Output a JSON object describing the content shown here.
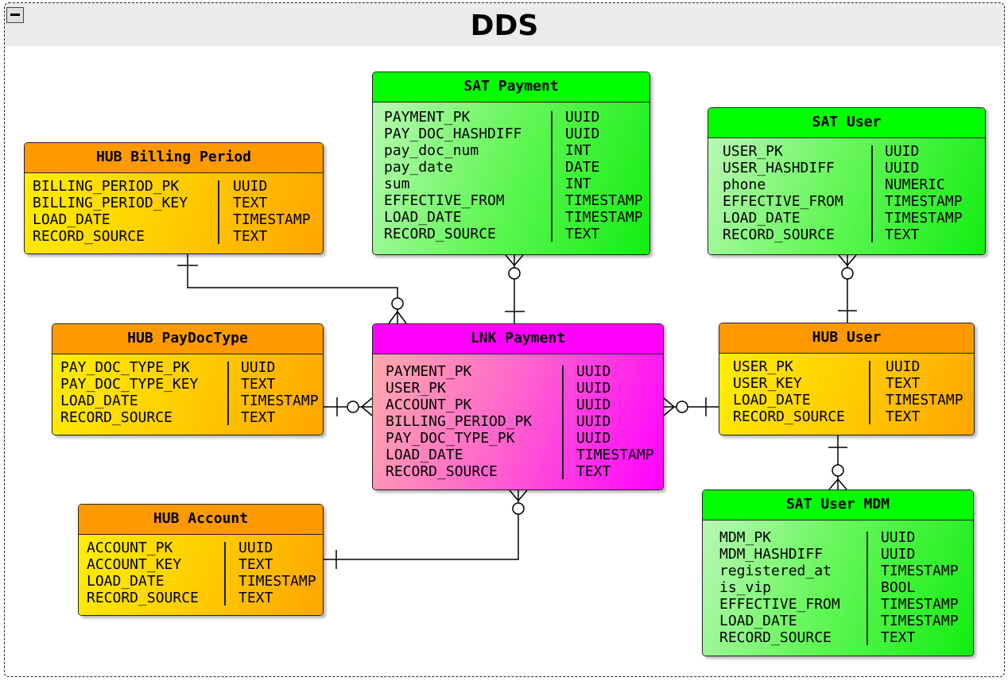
{
  "package": {
    "title": "DDS",
    "collapse_icon": "minus-icon"
  },
  "entities": {
    "sat_payment": {
      "title": "SAT Payment",
      "fields": [
        {
          "name": "PAYMENT_PK",
          "type": "UUID"
        },
        {
          "name": "PAY_DOC_HASHDIFF",
          "type": "UUID"
        },
        {
          "name": "pay_doc_num",
          "type": "INT"
        },
        {
          "name": "pay_date",
          "type": "DATE"
        },
        {
          "name": "sum",
          "type": "INT"
        },
        {
          "name": "EFFECTIVE_FROM",
          "type": "TIMESTAMP"
        },
        {
          "name": "LOAD_DATE",
          "type": "TIMESTAMP"
        },
        {
          "name": "RECORD_SOURCE",
          "type": "TEXT"
        }
      ]
    },
    "sat_user": {
      "title": "SAT User",
      "fields": [
        {
          "name": "USER_PK",
          "type": "UUID"
        },
        {
          "name": "USER_HASHDIFF",
          "type": "UUID"
        },
        {
          "name": "phone",
          "type": "NUMERIC"
        },
        {
          "name": "EFFECTIVE_FROM",
          "type": "TIMESTAMP"
        },
        {
          "name": "LOAD_DATE",
          "type": "TIMESTAMP"
        },
        {
          "name": "RECORD_SOURCE",
          "type": "TEXT"
        }
      ]
    },
    "hub_billing_period": {
      "title": "HUB Billing Period",
      "fields": [
        {
          "name": "BILLING_PERIOD_PK",
          "type": "UUID"
        },
        {
          "name": "BILLING_PERIOD_KEY",
          "type": "TEXT"
        },
        {
          "name": "LOAD_DATE",
          "type": "TIMESTAMP"
        },
        {
          "name": "RECORD_SOURCE",
          "type": "TEXT"
        }
      ]
    },
    "hub_paydoctype": {
      "title": "HUB PayDocType",
      "fields": [
        {
          "name": "PAY_DOC_TYPE_PK",
          "type": "UUID"
        },
        {
          "name": "PAY_DOC_TYPE_KEY",
          "type": "TEXT"
        },
        {
          "name": "LOAD_DATE",
          "type": "TIMESTAMP"
        },
        {
          "name": "RECORD_SOURCE",
          "type": "TEXT"
        }
      ]
    },
    "lnk_payment": {
      "title": "LNK Payment",
      "fields": [
        {
          "name": "PAYMENT_PK",
          "type": "UUID"
        },
        {
          "name": "USER_PK",
          "type": "UUID"
        },
        {
          "name": "ACCOUNT_PK",
          "type": "UUID"
        },
        {
          "name": "BILLING_PERIOD_PK",
          "type": "UUID"
        },
        {
          "name": "PAY_DOC_TYPE_PK",
          "type": "UUID"
        },
        {
          "name": "LOAD_DATE",
          "type": "TIMESTAMP"
        },
        {
          "name": "RECORD_SOURCE",
          "type": "TEXT"
        }
      ]
    },
    "hub_user": {
      "title": "HUB User",
      "fields": [
        {
          "name": "USER_PK",
          "type": "UUID"
        },
        {
          "name": "USER_KEY",
          "type": "TEXT"
        },
        {
          "name": "LOAD_DATE",
          "type": "TIMESTAMP"
        },
        {
          "name": "RECORD_SOURCE",
          "type": "TEXT"
        }
      ]
    },
    "hub_account": {
      "title": "HUB Account",
      "fields": [
        {
          "name": "ACCOUNT_PK",
          "type": "UUID"
        },
        {
          "name": "ACCOUNT_KEY",
          "type": "TEXT"
        },
        {
          "name": "LOAD_DATE",
          "type": "TIMESTAMP"
        },
        {
          "name": "RECORD_SOURCE",
          "type": "TEXT"
        }
      ]
    },
    "sat_user_mdm": {
      "title": "SAT User MDM",
      "fields": [
        {
          "name": "MDM_PK",
          "type": "UUID"
        },
        {
          "name": "MDM_HASHDIFF",
          "type": "UUID"
        },
        {
          "name": "registered_at",
          "type": "TIMESTAMP"
        },
        {
          "name": "is_vip",
          "type": "BOOL"
        },
        {
          "name": "EFFECTIVE_FROM",
          "type": "TIMESTAMP"
        },
        {
          "name": "LOAD_DATE",
          "type": "TIMESTAMP"
        },
        {
          "name": "RECORD_SOURCE",
          "type": "TEXT"
        }
      ]
    }
  },
  "colors": {
    "hub_header": "#ff9900",
    "sat_header": "#00ff00",
    "lnk_header": "#ff00ff",
    "package_title_bar": "#ebebeb"
  }
}
